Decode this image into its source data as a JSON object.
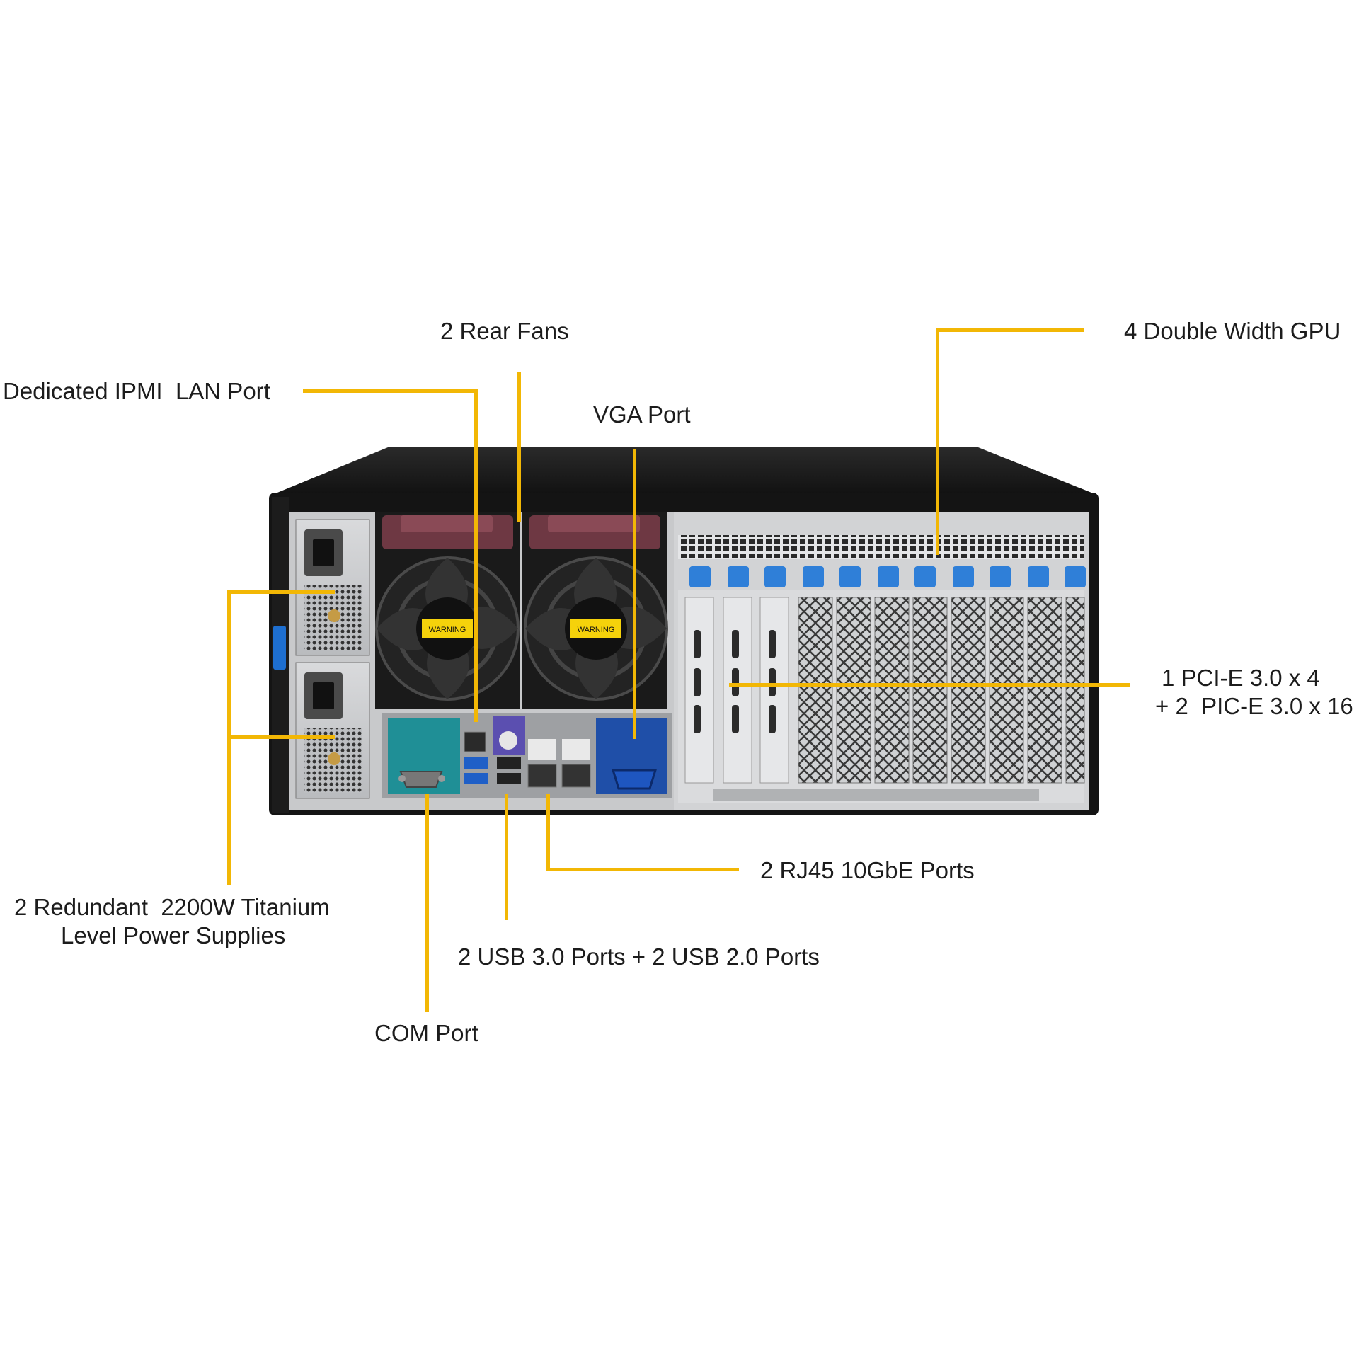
{
  "diagram": {
    "accent": "#f2b705",
    "callouts": {
      "rear_fans": "2 Rear Fans",
      "gpu": "4 Double Width GPU",
      "ipmi": "Dedicated IPMI  LAN Port",
      "vga": "VGA Port",
      "pcie_line1": "1 PCI-E 3.0 x 4",
      "pcie_line2": "+ 2  PIC-E 3.0 x 16",
      "rj45": "2 RJ45 10GbE Ports",
      "psu_line1": "2 Redundant  2200W Titanium",
      "psu_line2": "Level Power Supplies",
      "usb": "2 USB 3.0 Ports + 2 USB 2.0 Ports",
      "com": "COM Port"
    },
    "fan_label": "WARNING"
  }
}
